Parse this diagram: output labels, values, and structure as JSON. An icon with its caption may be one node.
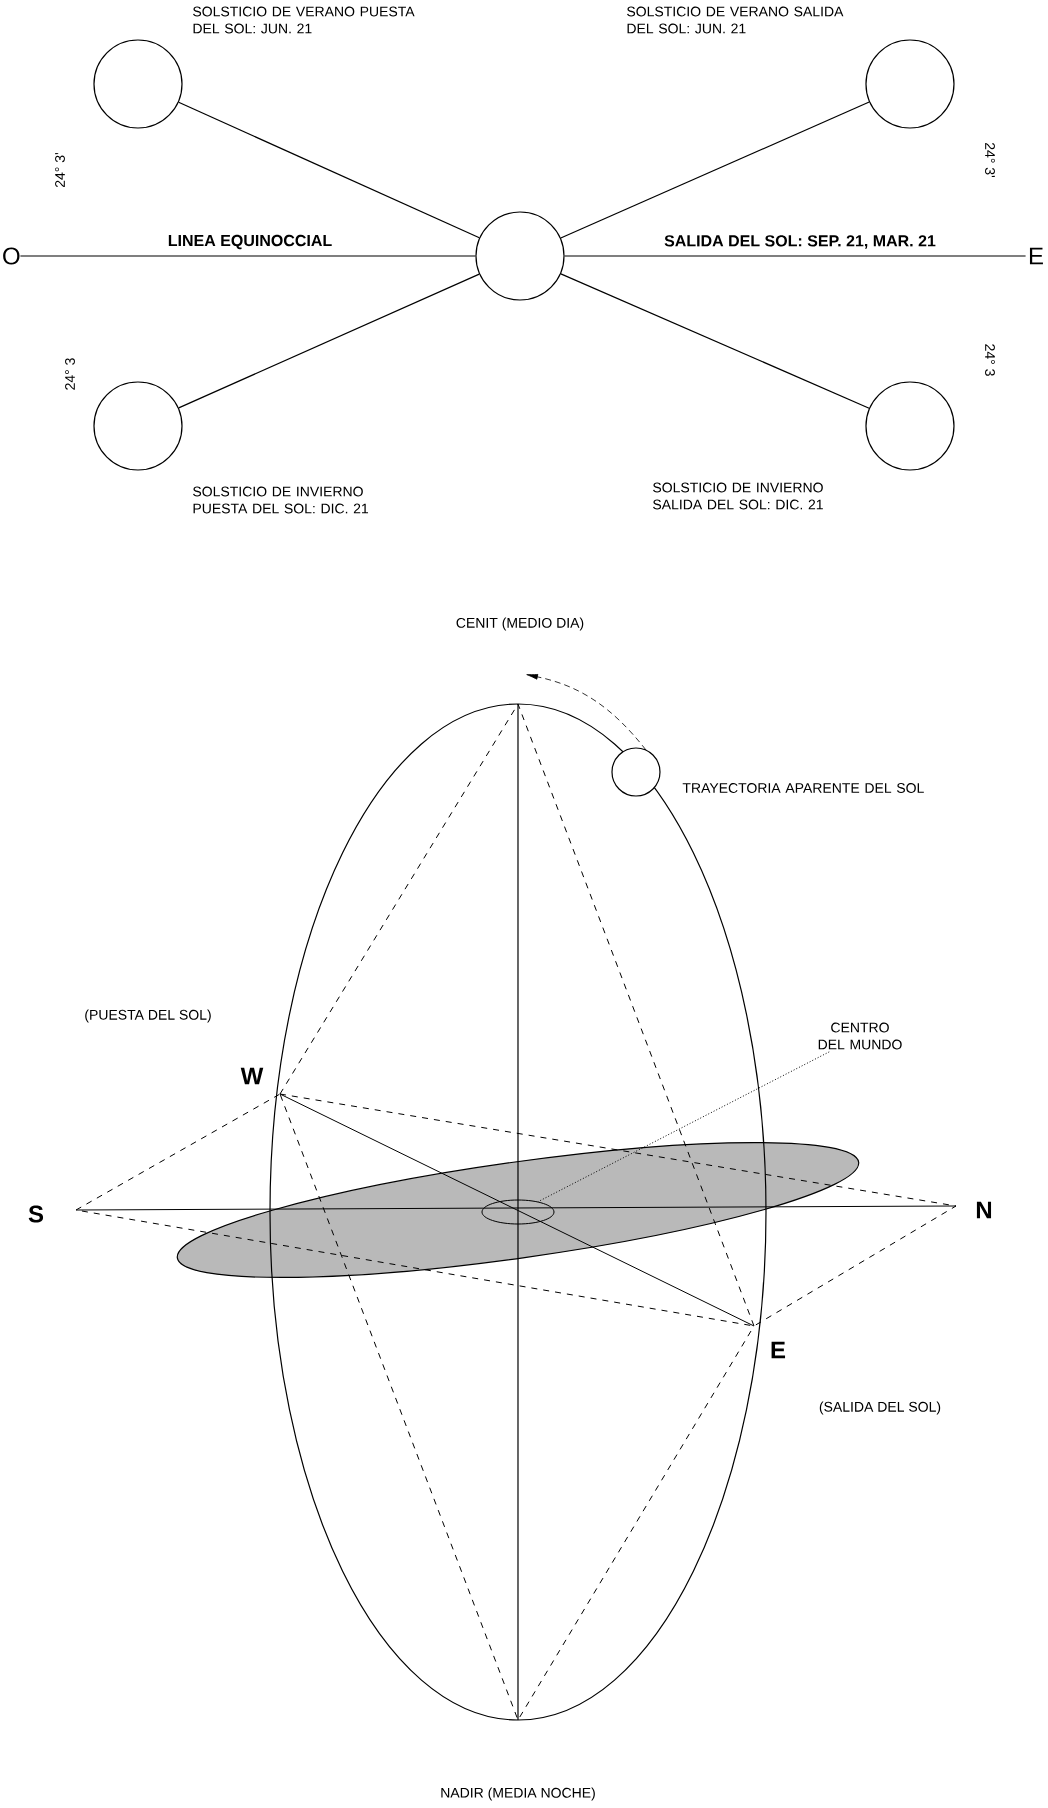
{
  "diagram": {
    "nodes": [
      {
        "text": [],
        "shape": "circle",
        "beside": [
          "SOLSTICIO DE VERANO PUESTA DEL SOL: JUN. 21"
        ]
      },
      {
        "text": [],
        "shape": "circle",
        "beside": [
          "SOLSTICIO DE VERANO SALIDA DEL SOL: JUN. 21"
        ]
      },
      {
        "text": [
          "O"
        ]
      },
      {
        "text": [],
        "shape": "circle"
      },
      {
        "text": [
          "E"
        ]
      },
      {
        "text": [],
        "shape": "circle",
        "beside": [
          "SOLSTICIO DE INVIERNO PUESTA DEL SOL: DIC. 21"
        ]
      },
      {
        "text": [],
        "shape": "circle",
        "beside": [
          "SOLSTICIO DE INVIERNO SALIDA DEL SOL: DIC. 21"
        ]
      },
      {
        "text": [],
        "shape": "circle",
        "beside": [
          "TRAYECTORIA APARENTE DEL SOL"
        ]
      },
      {
        "text": [
          "CENTRO DEL MUNDO"
        ]
      },
      {
        "text": [],
        "shape": "circle"
      }
    ],
    "edges": [
      {
        "from": 0,
        "to": 3,
        "arrow": "none"
      },
      {
        "from": 1,
        "to": 3,
        "arrow": "none"
      },
      {
        "from": 2,
        "to": 3,
        "arrow": "none",
        "label": "LINEA EQUINOCCIAL"
      },
      {
        "from": 3,
        "to": 4,
        "arrow": "none",
        "label": "SALIDA DEL SOL:  SEP. 21,  MAR. 21"
      },
      {
        "from": 5,
        "to": 3,
        "arrow": "none"
      },
      {
        "from": 6,
        "to": 3,
        "arrow": "none"
      },
      {
        "from": 8,
        "to": 9,
        "arrow": "none",
        "style": "dashed"
      }
    ],
    "labels": [
      "24° 3'",
      "24° 3'",
      "24° 3",
      "24° 3",
      "CENIT (MEDIO DIA)",
      "(PUESTA DEL SOL)",
      "W",
      "S",
      "N",
      "E",
      "(SALIDA DEL SOL)",
      "NADIR  (MEDIA NOCHE)"
    ]
  }
}
